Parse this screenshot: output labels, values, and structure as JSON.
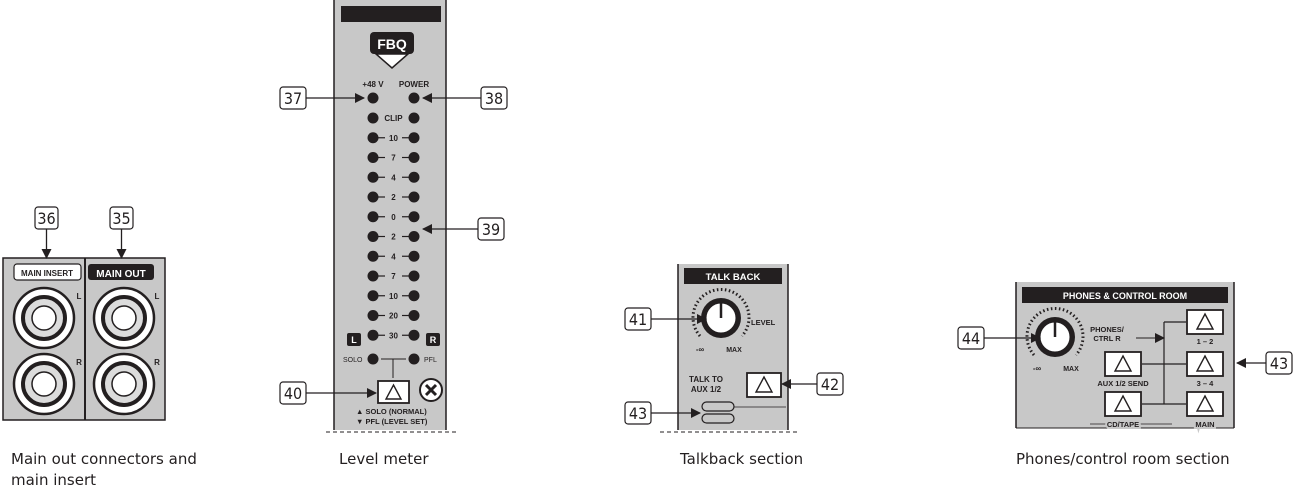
{
  "captions": {
    "main_out": "Main out connectors and main insert",
    "level_meter": "Level meter",
    "talkback": "Talkback section",
    "phones": "Phones/control room section"
  },
  "callouts": {
    "c35": "35",
    "c36": "36",
    "c37": "37",
    "c38": "38",
    "c39": "39",
    "c40": "40",
    "c41": "41",
    "c42": "42",
    "c43a": "43",
    "c43b": "43",
    "c44": "44"
  },
  "main_out_panel": {
    "insert_label": "MAIN INSERT",
    "out_label": "MAIN OUT",
    "left": "L",
    "right": "R"
  },
  "level_meter_panel": {
    "logo": "FBQ",
    "phantom": "+48 V",
    "power": "POWER",
    "levels": [
      "CLIP",
      "10",
      "7",
      "4",
      "2",
      "0",
      "2",
      "4",
      "7",
      "10",
      "20",
      "30"
    ],
    "left_badge": "L",
    "right_badge": "R",
    "solo": "SOLO",
    "pfl": "PFL",
    "solo_note": "▲ SOLO (NORMAL)",
    "pfl_note": "▼ PFL (LEVEL SET)"
  },
  "talkback_panel": {
    "title": "TALK BACK",
    "level": "LEVEL",
    "min": "-∞",
    "max": "MAX",
    "talk_to_line1": "TALK TO",
    "talk_to_line2": "AUX 1/2"
  },
  "phones_panel": {
    "title": "PHONES & CONTROL ROOM",
    "phones_line1": "PHONES/",
    "phones_line2": "CTRL R",
    "min": "-∞",
    "max": "MAX",
    "aux_send": "AUX 1/2 SEND",
    "cd_tape": "CD/TAPE",
    "btn_12": "1 – 2",
    "btn_34": "3 – 4",
    "main": "MAIN"
  }
}
